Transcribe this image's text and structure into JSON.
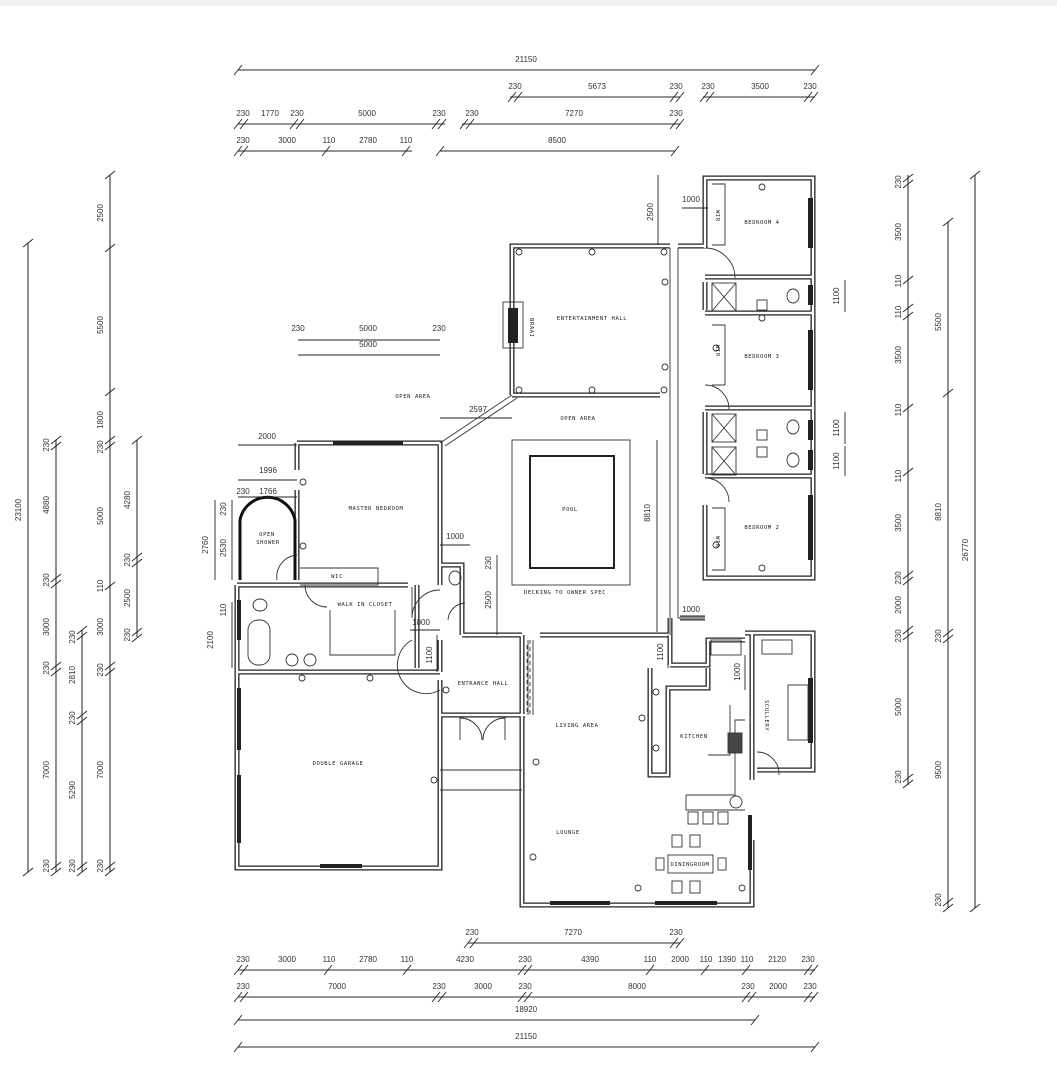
{
  "drawing": {
    "rooms": {
      "entertainment_hall": "ENTERTAINMENT HALL",
      "braai": "BRAAI",
      "open_area_left": "OPEN AREA",
      "open_area_pool": "OPEN AREA",
      "pool": "POOL",
      "decking": "DECKING TO OWNER SPEC",
      "bedroom4": "BEDROOM 4",
      "bedroom3": "BEDROOM 3",
      "bedroom2": "BEDROOM 2",
      "wir4": "WIR",
      "wir3": "WIR",
      "wir2": "WIR",
      "master_bedroom": "MASTER BEDROOM",
      "open_shower": "OPEN",
      "open_shower2": "SHOWER",
      "wic": "WIC",
      "walk_in_closet": "WALK IN CLOSET",
      "entrance_hall": "ENTRANCE HALL",
      "double_garage": "DOUBLE GARAGE",
      "living_area": "LIVING AREA",
      "kitchen": "KITCHEN",
      "scullery": "SCULLERY",
      "lounge": "LOUNGE",
      "dining_room": "DININGROOM"
    },
    "interior_dims": {
      "bed4_offset": "1000",
      "bed4_height": "2500",
      "bath1": "1100",
      "bath2": "1100",
      "bath3": "1100",
      "ent_a": "230",
      "ent_b": "5000",
      "ent_c": "230",
      "ent_total": "5000",
      "diag": "2597",
      "m_2000": "2000",
      "m_1996": "1996",
      "m_230": "230",
      "m_1766": "1766",
      "sh_2760": "2760",
      "sh_230": "230",
      "sh_2530": "2530",
      "b_110": "110",
      "b_2100": "2100",
      "wc_1000": "1000",
      "wc_230": "230",
      "wc_2500": "2500",
      "pool_8810": "8810",
      "hall_1000": "1000",
      "hall_1100": "1100",
      "corr_1000": "1000",
      "corr_1100": "1100",
      "kit_1000": "1000"
    }
  },
  "dimensions": {
    "top_overall": [
      "21150"
    ],
    "top_r2a": [
      "230",
      "5673",
      "230"
    ],
    "top_r2b": [
      "230",
      "3500",
      "230"
    ],
    "top_r3a": [
      "230",
      "1770",
      "230",
      "5000",
      "230"
    ],
    "top_r3b": [
      "230",
      "7270",
      "230"
    ],
    "top_r4a": [
      "230",
      "3000",
      "110",
      "2780",
      "110"
    ],
    "top_r4b": [
      "8500"
    ],
    "bot_r1": [
      "230",
      "7270",
      "230"
    ],
    "bot_r2": [
      "230",
      "3000",
      "110",
      "2780",
      "110",
      "4230",
      "230",
      "4390",
      "110",
      "2000",
      "110",
      "1390",
      "110",
      "2120",
      "230"
    ],
    "bot_r3": [
      "230",
      "7000",
      "230",
      "3000",
      "230",
      "8000",
      "230",
      "2000",
      "230"
    ],
    "bot_r4": [
      "18920"
    ],
    "bot_r5": [
      "21150"
    ],
    "left_c1": [
      "23100"
    ],
    "left_c2": [
      "230",
      "4880",
      "230",
      "3000",
      "230",
      "7000",
      "230"
    ],
    "left_c3": [
      "230",
      "2810",
      "230",
      "5290",
      "230"
    ],
    "left_c4": [
      "2500",
      "5500",
      "1800",
      "230",
      "5000",
      "110",
      "3000",
      "230",
      "7000",
      "230"
    ],
    "left_c5": [
      "4280",
      "230",
      "2500",
      "230"
    ],
    "right_c1": [
      "230",
      "3500",
      "110",
      "110",
      "3500",
      "110",
      "110",
      "3500",
      "230",
      "2000",
      "230",
      "5000",
      "230"
    ],
    "right_c2": [
      "5500",
      "8810",
      "230",
      "9500",
      "230"
    ],
    "right_c3": [
      "26770"
    ]
  }
}
